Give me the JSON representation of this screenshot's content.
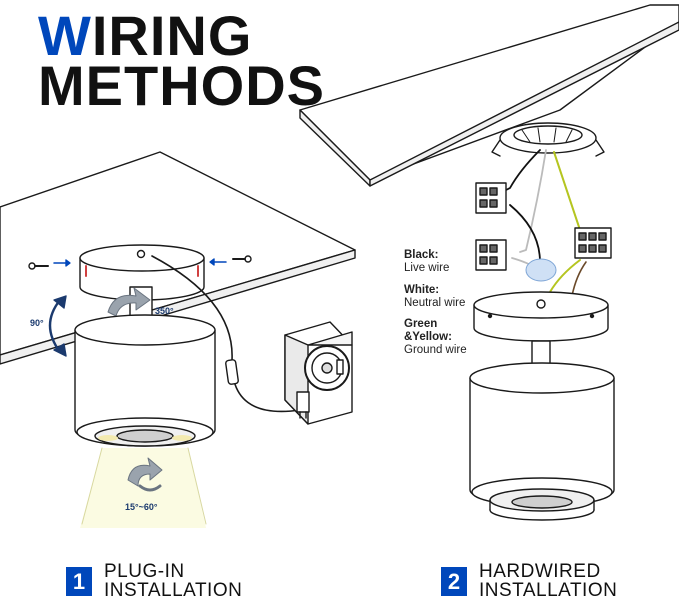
{
  "title": {
    "line1_accent": "W",
    "line1_rest": "IRING",
    "line2": "METHODS",
    "accent_color": "#0047bb"
  },
  "plug_in": {
    "angle_tilt": "90°",
    "angle_rotate": "350°",
    "angle_beam": "15°~60°"
  },
  "hardwired": {
    "wires": [
      {
        "name": "Black:",
        "desc": "Live wire"
      },
      {
        "name": "White:",
        "desc": "Neutral wire"
      },
      {
        "name": "Green\n&Yellow:",
        "desc": "Ground wire"
      }
    ]
  },
  "methods": [
    {
      "number": "1",
      "line1": "PLUG-IN",
      "line2": "INSTALLATION"
    },
    {
      "number": "2",
      "line1": "HARDWIRED",
      "line2": "INSTALLATION"
    }
  ],
  "icons": {
    "rotate": "curved-arrow-icon",
    "screw": "screw-icon",
    "switch": "inline-switch-icon",
    "plug": "plug-icon"
  }
}
